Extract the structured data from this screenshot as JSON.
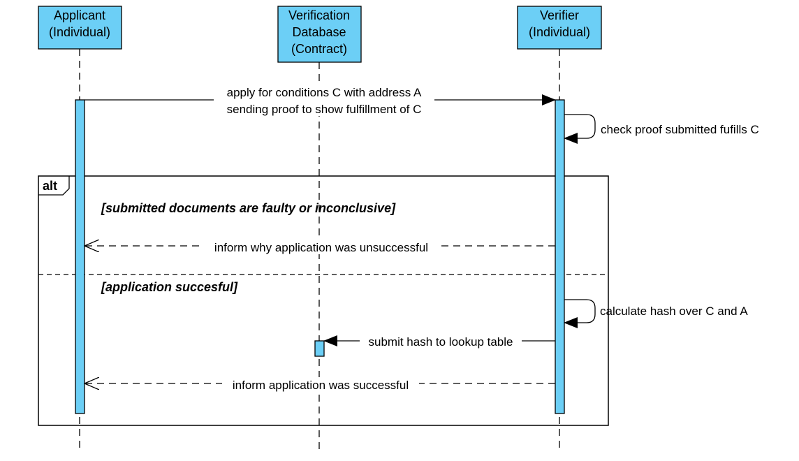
{
  "participants": [
    {
      "line1": "Applicant",
      "line2": "(Individual)",
      "line3": ""
    },
    {
      "line1": "Verification",
      "line2": "Database",
      "line3": "(Contract)"
    },
    {
      "line1": "Verifier",
      "line2": "(Individual)",
      "line3": ""
    }
  ],
  "messages": {
    "apply_line1": "apply for conditions C with address A",
    "apply_line2": "sending proof to show fulfillment of C",
    "check_proof": "check proof submitted fufills C",
    "inform_unsuccessful": "inform why application was unsuccessful",
    "calc_hash": "calculate hash over C and A",
    "submit_hash": "submit hash to lookup table",
    "inform_successful": "inform application was successful"
  },
  "frame": {
    "operator": "alt",
    "guard1": "[submitted documents are faulty or inconclusive]",
    "guard2": "[application succesful]"
  },
  "colors": {
    "participant_fill": "#6ccff6",
    "activation_fill": "#6ccff6",
    "stroke": "#000000"
  }
}
